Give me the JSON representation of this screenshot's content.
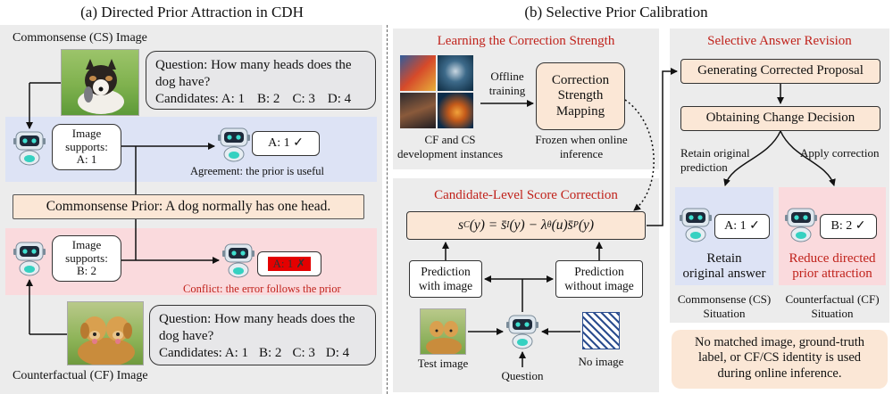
{
  "left": {
    "title": "(a) Directed Prior Attraction in CDH",
    "cs_image_label": "Commonsense (CS) Image",
    "cf_image_label": "Counterfactual (CF) Image",
    "cs_question": {
      "question": "Question: How many heads does the dog have?",
      "candidates": [
        "Candidates: A: 1",
        "B: 2",
        "C: 3",
        "D: 4"
      ]
    },
    "cf_question": {
      "question": "Question: How many heads does the dog have?",
      "candidates": [
        "Candidates: A: 1",
        "B: 2",
        "C: 3",
        "D: 4"
      ]
    },
    "cs_support": [
      "Image",
      "supports:",
      "A:  1"
    ],
    "cf_support": [
      "Image",
      "supports:",
      "B:  2"
    ],
    "cs_answer": "A:  1 ✓",
    "cf_answer": "A:  1 ✗",
    "agreement_text": "Agreement: the prior is useful",
    "conflict_text": "Conflict: the error follows the prior",
    "prior_text": "Commonsense Prior: A dog normally has one head."
  },
  "right": {
    "title": "(b) Selective Prior Calibration",
    "learning": {
      "title": "Learning the Correction Strength",
      "instances_label": [
        "CF and CS",
        "development instances"
      ],
      "offline_label": [
        "Offline",
        "training"
      ],
      "mapping_box": [
        "Correction",
        "Strength",
        "Mapping"
      ],
      "frozen_label": [
        "Frozen when online",
        "inference"
      ]
    },
    "score": {
      "title": "Candidate-Level Score Correction",
      "formula_parts": [
        "s",
        "C",
        "(y) = ",
        "s̄",
        "I",
        "(y) − λ",
        "θ",
        "(u)",
        "s̄",
        "P",
        "(y)"
      ],
      "pred_with": [
        "Prediction",
        "with image"
      ],
      "pred_without": [
        "Prediction",
        "without image"
      ],
      "test_image": "Test image",
      "question": "Question",
      "no_image": "No image"
    },
    "revision": {
      "title": "Selective Answer Revision",
      "step1": "Generating Corrected Proposal",
      "step2": "Obtaining Change Decision",
      "retain_label": [
        "Retain original",
        "prediction"
      ],
      "apply_label": "Apply correction",
      "cs_answer": "A:  1 ✓",
      "cf_answer": "B:  2 ✓",
      "cs_result": [
        "Retain",
        "original answer"
      ],
      "cf_result": [
        "Reduce directed",
        "prior attraction"
      ],
      "cs_situation": [
        "Commonsense (CS)",
        "Situation"
      ],
      "cf_situation": [
        "Counterfactual (CF)",
        "Situation"
      ],
      "note": [
        "No matched image, ground-truth",
        "label, or CF/CS identity is used",
        "during online inference."
      ]
    }
  },
  "colors": {
    "blue_band": "#dde3f5",
    "pink_band": "#fadadd",
    "peach": "#fbe7d6",
    "red_text": "#c0221b",
    "panel_gray": "#ececec"
  }
}
